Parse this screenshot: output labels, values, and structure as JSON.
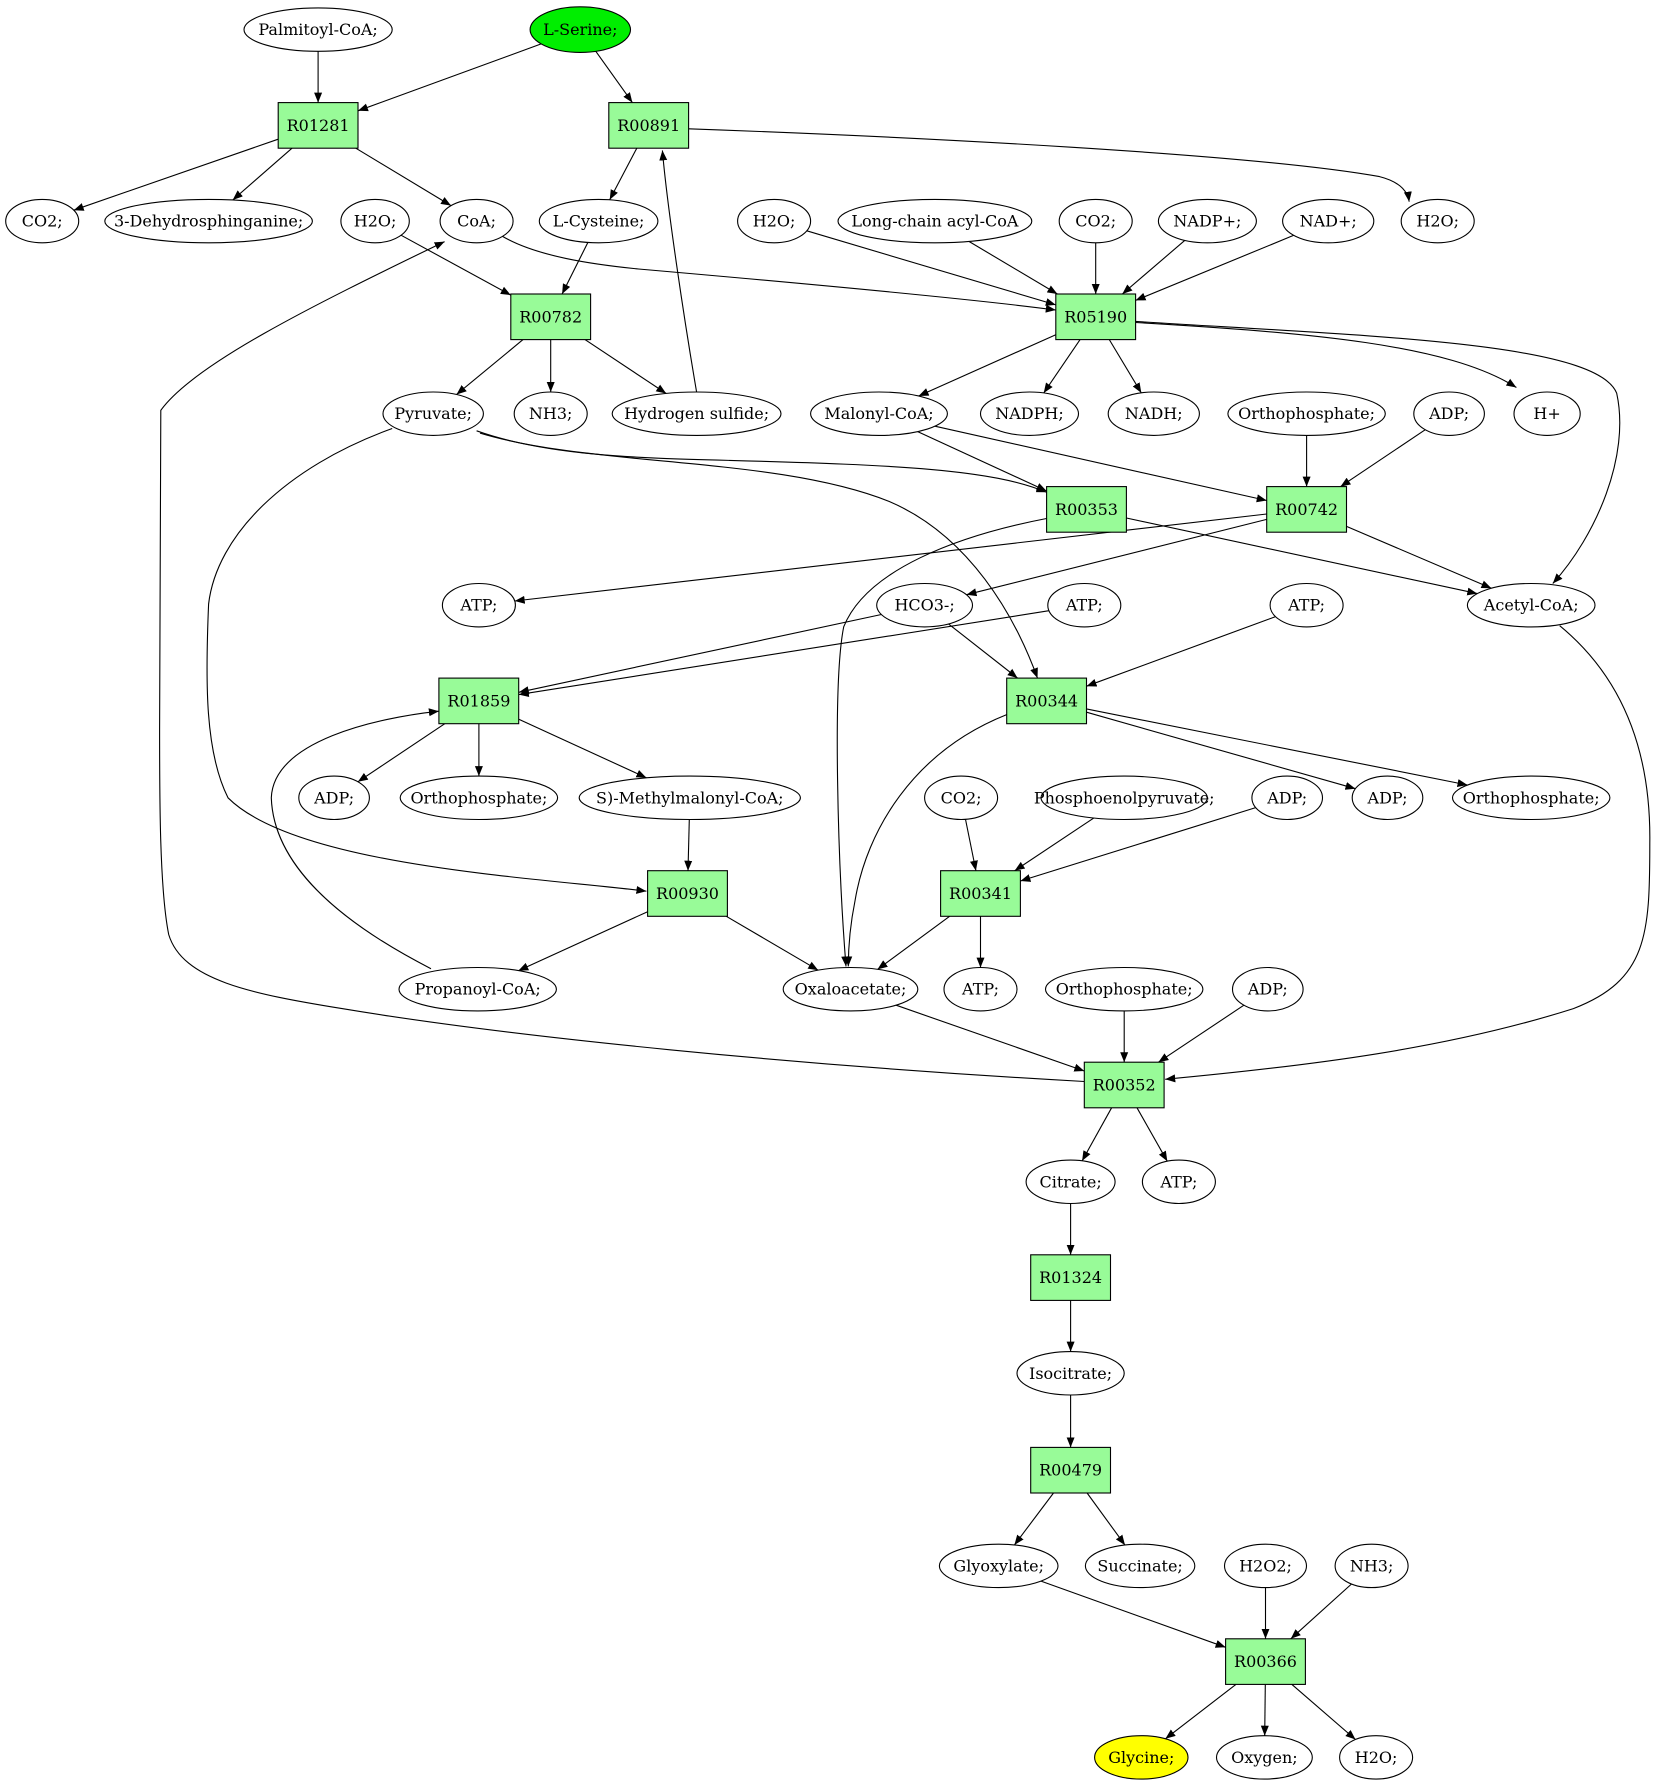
{
  "colors": {
    "reaction_fill": "#98fb98",
    "compound_fill": "#ffffff",
    "source_fill": "#00ee00",
    "target_fill": "#ffff00",
    "stroke": "#000000"
  },
  "diagram": {
    "type": "reaction-pathway",
    "start_node": "L-Serine;",
    "end_node": "Glycine;",
    "nodes": [
      {
        "id": "palmitoyl",
        "label": "Palmitoyl-CoA;",
        "kind": "compound"
      },
      {
        "id": "lserine",
        "label": "L-Serine;",
        "kind": "source"
      },
      {
        "id": "R01281",
        "label": "R01281",
        "kind": "reaction"
      },
      {
        "id": "R00891",
        "label": "R00891",
        "kind": "reaction"
      },
      {
        "id": "co2a",
        "label": "CO2;",
        "kind": "compound"
      },
      {
        "id": "dehydro",
        "label": "3-Dehydrosphinganine;",
        "kind": "compound"
      },
      {
        "id": "h2oa",
        "label": "H2O;",
        "kind": "compound"
      },
      {
        "id": "coa",
        "label": "CoA;",
        "kind": "compound"
      },
      {
        "id": "lcys",
        "label": "L-Cysteine;",
        "kind": "compound"
      },
      {
        "id": "h2ob",
        "label": "H2O;",
        "kind": "compound"
      },
      {
        "id": "lcacyl",
        "label": "Long-chain acyl-CoA",
        "kind": "compound"
      },
      {
        "id": "co2b",
        "label": "CO2;",
        "kind": "compound"
      },
      {
        "id": "nadp",
        "label": "NADP+;",
        "kind": "compound"
      },
      {
        "id": "nad",
        "label": "NAD+;",
        "kind": "compound"
      },
      {
        "id": "h2oc",
        "label": "H2O;",
        "kind": "compound"
      },
      {
        "id": "R00782",
        "label": "R00782",
        "kind": "reaction"
      },
      {
        "id": "R05190",
        "label": "R05190",
        "kind": "reaction"
      },
      {
        "id": "pyruvate",
        "label": "Pyruvate;",
        "kind": "compound"
      },
      {
        "id": "nh3a",
        "label": "NH3;",
        "kind": "compound"
      },
      {
        "id": "h2s",
        "label": "Hydrogen sulfide;",
        "kind": "compound"
      },
      {
        "id": "malonyl",
        "label": "Malonyl-CoA;",
        "kind": "compound"
      },
      {
        "id": "nadph",
        "label": "NADPH;",
        "kind": "compound"
      },
      {
        "id": "nadh",
        "label": "NADH;",
        "kind": "compound"
      },
      {
        "id": "phosa",
        "label": "Orthophosphate;",
        "kind": "compound"
      },
      {
        "id": "adpa",
        "label": "ADP;",
        "kind": "compound"
      },
      {
        "id": "hplus",
        "label": "H+",
        "kind": "compound"
      },
      {
        "id": "R00353",
        "label": "R00353",
        "kind": "reaction"
      },
      {
        "id": "R00742",
        "label": "R00742",
        "kind": "reaction"
      },
      {
        "id": "atpa",
        "label": "ATP;",
        "kind": "compound"
      },
      {
        "id": "hco3",
        "label": "HCO3-;",
        "kind": "compound"
      },
      {
        "id": "atpb",
        "label": "ATP;",
        "kind": "compound"
      },
      {
        "id": "atpc",
        "label": "ATP;",
        "kind": "compound"
      },
      {
        "id": "acetyl",
        "label": "Acetyl-CoA;",
        "kind": "compound"
      },
      {
        "id": "R01859",
        "label": "R01859",
        "kind": "reaction"
      },
      {
        "id": "R00344",
        "label": "R00344",
        "kind": "reaction"
      },
      {
        "id": "adpb",
        "label": "ADP;",
        "kind": "compound"
      },
      {
        "id": "phosb",
        "label": "Orthophosphate;",
        "kind": "compound"
      },
      {
        "id": "smm",
        "label": "S)-Methylmalonyl-CoA;",
        "kind": "compound"
      },
      {
        "id": "co2c",
        "label": "CO2;",
        "kind": "compound"
      },
      {
        "id": "pep",
        "label": "Phosphoenolpyruvate;",
        "kind": "compound"
      },
      {
        "id": "adpc",
        "label": "ADP;",
        "kind": "compound"
      },
      {
        "id": "adpd",
        "label": "ADP;",
        "kind": "compound"
      },
      {
        "id": "phosc",
        "label": "Orthophosphate;",
        "kind": "compound"
      },
      {
        "id": "R00930",
        "label": "R00930",
        "kind": "reaction"
      },
      {
        "id": "R00341",
        "label": "R00341",
        "kind": "reaction"
      },
      {
        "id": "propanoyl",
        "label": "Propanoyl-CoA;",
        "kind": "compound"
      },
      {
        "id": "oxalo",
        "label": "Oxaloacetate;",
        "kind": "compound"
      },
      {
        "id": "atpd",
        "label": "ATP;",
        "kind": "compound"
      },
      {
        "id": "phosd",
        "label": "Orthophosphate;",
        "kind": "compound"
      },
      {
        "id": "adpe",
        "label": "ADP;",
        "kind": "compound"
      },
      {
        "id": "R00352",
        "label": "R00352",
        "kind": "reaction"
      },
      {
        "id": "citrate",
        "label": "Citrate;",
        "kind": "compound"
      },
      {
        "id": "atpe",
        "label": "ATP;",
        "kind": "compound"
      },
      {
        "id": "R01324",
        "label": "R01324",
        "kind": "reaction"
      },
      {
        "id": "isocitrate",
        "label": "Isocitrate;",
        "kind": "compound"
      },
      {
        "id": "R00479",
        "label": "R00479",
        "kind": "reaction"
      },
      {
        "id": "glyoxylate",
        "label": "Glyoxylate;",
        "kind": "compound"
      },
      {
        "id": "succinate",
        "label": "Succinate;",
        "kind": "compound"
      },
      {
        "id": "h2o2",
        "label": "H2O2;",
        "kind": "compound"
      },
      {
        "id": "nh3b",
        "label": "NH3;",
        "kind": "compound"
      },
      {
        "id": "R00366",
        "label": "R00366",
        "kind": "reaction"
      },
      {
        "id": "glycine",
        "label": "Glycine;",
        "kind": "target"
      },
      {
        "id": "oxygen",
        "label": "Oxygen;",
        "kind": "compound"
      },
      {
        "id": "h2od",
        "label": "H2O;",
        "kind": "compound"
      }
    ],
    "edges": [
      [
        "palmitoyl",
        "R01281"
      ],
      [
        "lserine",
        "R01281"
      ],
      [
        "lserine",
        "R00891"
      ],
      [
        "R01281",
        "co2a"
      ],
      [
        "R01281",
        "dehydro"
      ],
      [
        "R01281",
        "coa"
      ],
      [
        "R00891",
        "lcys"
      ],
      [
        "R00891",
        "h2oc"
      ],
      [
        "h2oa",
        "R00782"
      ],
      [
        "lcys",
        "R00782"
      ],
      [
        "coa",
        "R05190"
      ],
      [
        "h2ob",
        "R05190"
      ],
      [
        "lcacyl",
        "R05190"
      ],
      [
        "co2b",
        "R05190"
      ],
      [
        "nadp",
        "R05190"
      ],
      [
        "nad",
        "R05190"
      ],
      [
        "R00782",
        "pyruvate"
      ],
      [
        "R00782",
        "nh3a"
      ],
      [
        "R00782",
        "h2s"
      ],
      [
        "h2s",
        "R00891"
      ],
      [
        "R05190",
        "malonyl"
      ],
      [
        "R05190",
        "nadph"
      ],
      [
        "R05190",
        "nadh"
      ],
      [
        "R05190",
        "hplus"
      ],
      [
        "R05190",
        "acetyl"
      ],
      [
        "pyruvate",
        "R00353"
      ],
      [
        "malonyl",
        "R00353"
      ],
      [
        "malonyl",
        "R00742"
      ],
      [
        "phosa",
        "R00742"
      ],
      [
        "adpa",
        "R00742"
      ],
      [
        "R00353",
        "acetyl"
      ],
      [
        "R00353",
        "oxalo"
      ],
      [
        "R00742",
        "atpa"
      ],
      [
        "R00742",
        "acetyl"
      ],
      [
        "R00742",
        "hco3"
      ],
      [
        "hco3",
        "R01859"
      ],
      [
        "hco3",
        "R00344"
      ],
      [
        "atpb",
        "R01859"
      ],
      [
        "atpc",
        "R00344"
      ],
      [
        "pyruvate",
        "R00344"
      ],
      [
        "R01859",
        "adpb"
      ],
      [
        "R01859",
        "phosb"
      ],
      [
        "R01859",
        "smm"
      ],
      [
        "R00344",
        "adpd"
      ],
      [
        "R00344",
        "phosc"
      ],
      [
        "R00344",
        "oxalo"
      ],
      [
        "smm",
        "R00930"
      ],
      [
        "pyruvate",
        "R00930"
      ],
      [
        "co2c",
        "R00341"
      ],
      [
        "pep",
        "R00341"
      ],
      [
        "adpc",
        "R00341"
      ],
      [
        "R00930",
        "propanoyl"
      ],
      [
        "R00930",
        "oxalo"
      ],
      [
        "propanoyl",
        "R01859"
      ],
      [
        "R00341",
        "oxalo"
      ],
      [
        "R00341",
        "atpd"
      ],
      [
        "oxalo",
        "R00352"
      ],
      [
        "phosd",
        "R00352"
      ],
      [
        "adpe",
        "R00352"
      ],
      [
        "acetyl",
        "R00352"
      ],
      [
        "R00352",
        "coa"
      ],
      [
        "R00352",
        "citrate"
      ],
      [
        "R00352",
        "atpe"
      ],
      [
        "citrate",
        "R01324"
      ],
      [
        "R01324",
        "isocitrate"
      ],
      [
        "isocitrate",
        "R00479"
      ],
      [
        "R00479",
        "glyoxylate"
      ],
      [
        "R00479",
        "succinate"
      ],
      [
        "glyoxylate",
        "R00366"
      ],
      [
        "h2o2",
        "R00366"
      ],
      [
        "nh3b",
        "R00366"
      ],
      [
        "R00366",
        "glycine"
      ],
      [
        "R00366",
        "oxygen"
      ],
      [
        "R00366",
        "h2od"
      ]
    ]
  }
}
